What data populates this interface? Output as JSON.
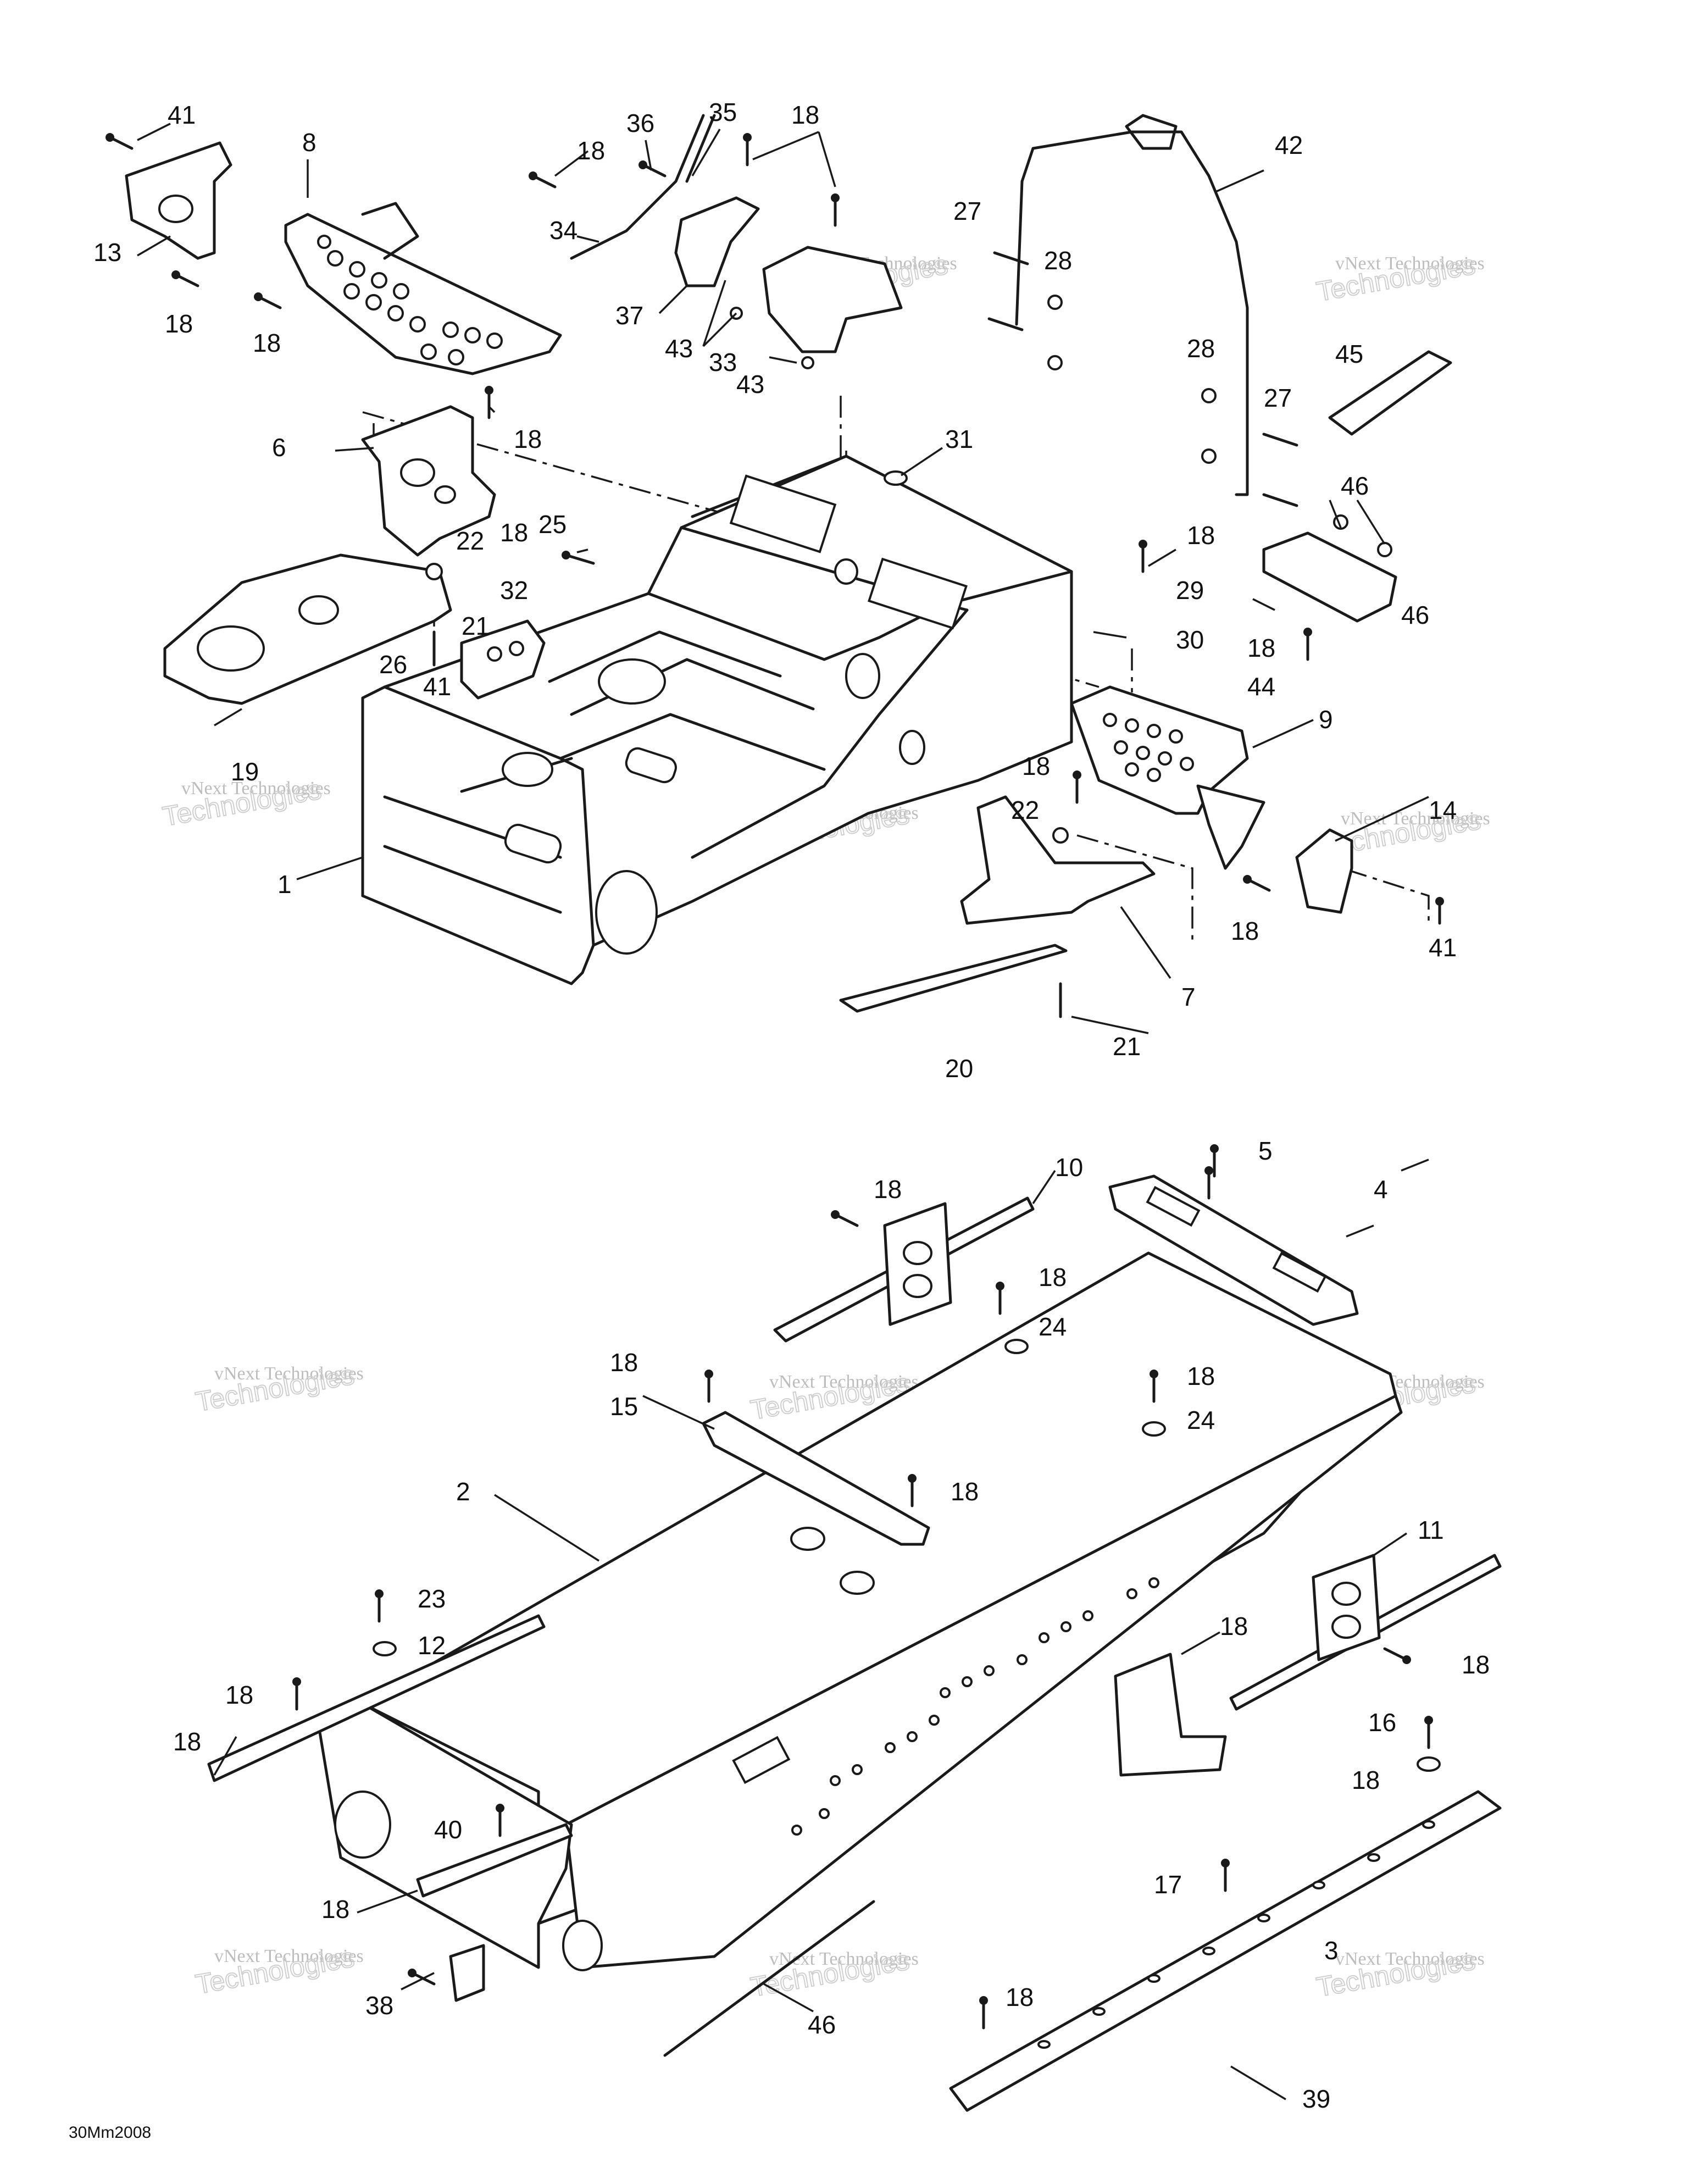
{
  "figure_id": "30Mm2008",
  "watermark": {
    "line1": "vNext Technologies",
    "line2": "Technologies"
  },
  "callouts": [
    {
      "id": "c41a",
      "label": "41"
    },
    {
      "id": "c8",
      "label": "8"
    },
    {
      "id": "c13",
      "label": "13"
    },
    {
      "id": "c18a",
      "label": "18"
    },
    {
      "id": "c18b",
      "label": "18"
    },
    {
      "id": "c36",
      "label": "36"
    },
    {
      "id": "c35",
      "label": "35"
    },
    {
      "id": "c18c",
      "label": "18"
    },
    {
      "id": "c18d",
      "label": "18"
    },
    {
      "id": "c34",
      "label": "34"
    },
    {
      "id": "c37",
      "label": "37"
    },
    {
      "id": "c43a",
      "label": "43"
    },
    {
      "id": "c33",
      "label": "33"
    },
    {
      "id": "c43b",
      "label": "43"
    },
    {
      "id": "c27a",
      "label": "27"
    },
    {
      "id": "c28a",
      "label": "28"
    },
    {
      "id": "c42",
      "label": "42"
    },
    {
      "id": "c28b",
      "label": "28"
    },
    {
      "id": "c27b",
      "label": "27"
    },
    {
      "id": "c45",
      "label": "45"
    },
    {
      "id": "c46a",
      "label": "46"
    },
    {
      "id": "c46b",
      "label": "46"
    },
    {
      "id": "c6",
      "label": "6"
    },
    {
      "id": "c18e",
      "label": "18"
    },
    {
      "id": "c31",
      "label": "31"
    },
    {
      "id": "c22a",
      "label": "22"
    },
    {
      "id": "c18f",
      "label": "18"
    },
    {
      "id": "c25",
      "label": "25"
    },
    {
      "id": "c32",
      "label": "32"
    },
    {
      "id": "c21a",
      "label": "21"
    },
    {
      "id": "c26",
      "label": "26"
    },
    {
      "id": "c41b",
      "label": "41"
    },
    {
      "id": "c19",
      "label": "19"
    },
    {
      "id": "c18g",
      "label": "18"
    },
    {
      "id": "c29",
      "label": "29"
    },
    {
      "id": "c30",
      "label": "30"
    },
    {
      "id": "c18h",
      "label": "18"
    },
    {
      "id": "c44",
      "label": "44"
    },
    {
      "id": "c9",
      "label": "9"
    },
    {
      "id": "c18i",
      "label": "18"
    },
    {
      "id": "c22b",
      "label": "22"
    },
    {
      "id": "c14",
      "label": "14"
    },
    {
      "id": "c1",
      "label": "1"
    },
    {
      "id": "c18j",
      "label": "18"
    },
    {
      "id": "c41c",
      "label": "41"
    },
    {
      "id": "c7",
      "label": "7"
    },
    {
      "id": "c21b",
      "label": "21"
    },
    {
      "id": "c20",
      "label": "20"
    },
    {
      "id": "c18k",
      "label": "18"
    },
    {
      "id": "c10",
      "label": "10"
    },
    {
      "id": "c5",
      "label": "5"
    },
    {
      "id": "c4",
      "label": "4"
    },
    {
      "id": "c18l",
      "label": "18"
    },
    {
      "id": "c24a",
      "label": "24"
    },
    {
      "id": "c18m",
      "label": "18"
    },
    {
      "id": "c15",
      "label": "15"
    },
    {
      "id": "c18n",
      "label": "18"
    },
    {
      "id": "c24b",
      "label": "24"
    },
    {
      "id": "c2",
      "label": "2"
    },
    {
      "id": "c18o",
      "label": "18"
    },
    {
      "id": "c11",
      "label": "11"
    },
    {
      "id": "c18p",
      "label": "18"
    },
    {
      "id": "c23",
      "label": "23"
    },
    {
      "id": "c12",
      "label": "12"
    },
    {
      "id": "c18q",
      "label": "18"
    },
    {
      "id": "c18r",
      "label": "18"
    },
    {
      "id": "c16",
      "label": "16"
    },
    {
      "id": "c18s",
      "label": "18"
    },
    {
      "id": "c40",
      "label": "40"
    },
    {
      "id": "c18t",
      "label": "18"
    },
    {
      "id": "c17",
      "label": "17"
    },
    {
      "id": "c18u",
      "label": "18"
    },
    {
      "id": "c38",
      "label": "38"
    },
    {
      "id": "c39",
      "label": "39"
    },
    {
      "id": "c18v",
      "label": "18"
    },
    {
      "id": "c3",
      "label": "3"
    },
    {
      "id": "c46c",
      "label": "46"
    }
  ]
}
